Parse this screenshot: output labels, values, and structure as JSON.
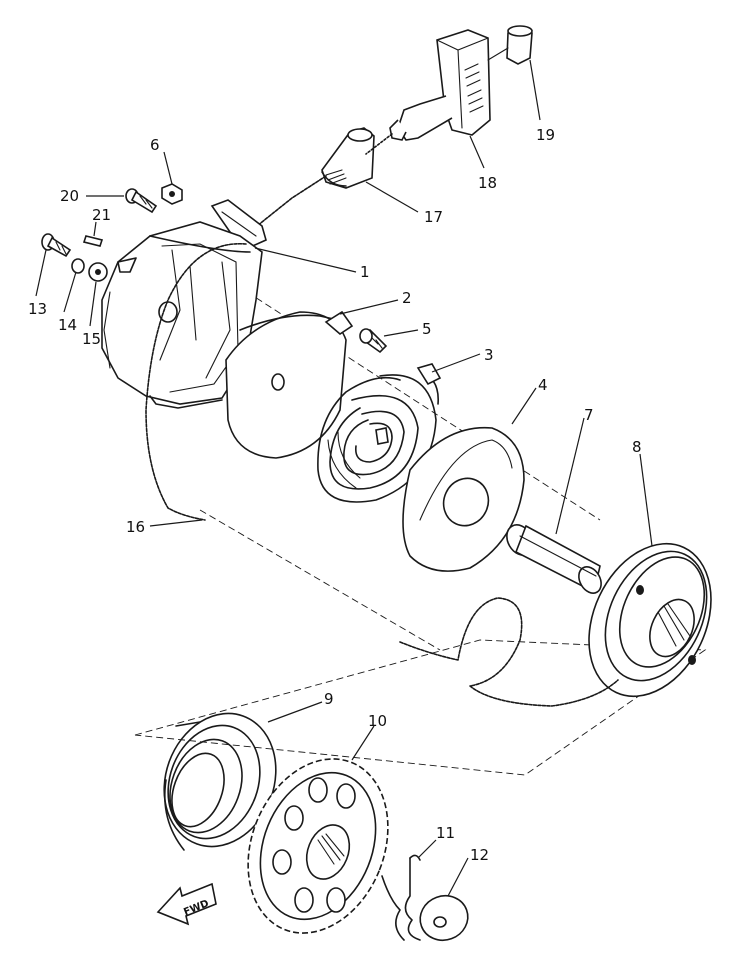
{
  "callouts": [
    {
      "id": "p1",
      "text": "1"
    },
    {
      "id": "p2",
      "text": "2"
    },
    {
      "id": "p3",
      "text": "3"
    },
    {
      "id": "p4",
      "text": "4"
    },
    {
      "id": "p5",
      "text": "5"
    },
    {
      "id": "p6",
      "text": "6"
    },
    {
      "id": "p7",
      "text": "7"
    },
    {
      "id": "p8",
      "text": "8"
    },
    {
      "id": "p9",
      "text": "9"
    },
    {
      "id": "p10",
      "text": "10"
    },
    {
      "id": "p11",
      "text": "11"
    },
    {
      "id": "p12",
      "text": "12"
    },
    {
      "id": "p13",
      "text": "13"
    },
    {
      "id": "p14",
      "text": "14"
    },
    {
      "id": "p15",
      "text": "15"
    },
    {
      "id": "p16",
      "text": "16"
    },
    {
      "id": "p17",
      "text": "17"
    },
    {
      "id": "p18",
      "text": "18"
    },
    {
      "id": "p19",
      "text": "19"
    },
    {
      "id": "p20",
      "text": "20"
    },
    {
      "id": "p21",
      "text": "21"
    }
  ],
  "direction_marker": {
    "text": "FWD",
    "icon": "arrow-icon"
  },
  "colors": {
    "ink": "#1a1a1a",
    "paper": "#ffffff"
  }
}
